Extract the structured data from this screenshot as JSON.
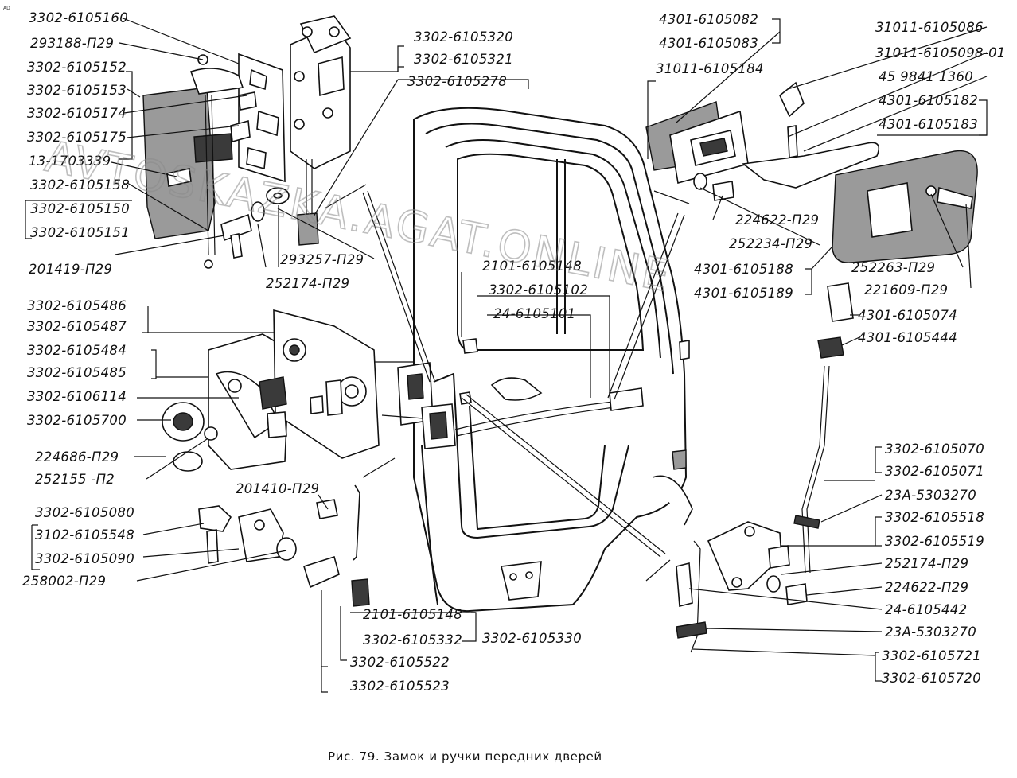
{
  "corner_mark": "AD",
  "caption": "Рис. 79. Замок и ручки передних дверей",
  "watermark": "AVTOSKAZKA.AGAT.ONLINE",
  "labels": {
    "l_3302_6105160": "3302-6105160",
    "l_293188_p29": "293188-П29",
    "l_3302_6105152": "3302-6105152",
    "l_3302_6105153": "3302-6105153",
    "l_3302_6105174": "3302-6105174",
    "l_3302_6105175": "3302-6105175",
    "l_13_1703339": "13-1703339",
    "l_3302_6105158": "3302-6105158",
    "l_3302_6105150": "3302-6105150",
    "l_3302_6105151": "3302-6105151",
    "l_201419_p29": "201419-П29",
    "l_3302_6105320": "3302-6105320",
    "l_3302_6105321": "3302-6105321",
    "l_3302_6105278": "3302-6105278",
    "l_293257_p29": "293257-П29",
    "l_252174_p29_a": "252174-П29",
    "l_3302_6105486": "3302-6105486",
    "l_3302_6105487": "3302-6105487",
    "l_3302_6105484": "3302-6105484",
    "l_3302_6105485": "3302-6105485",
    "l_3302_6106114": "3302-6106114",
    "l_3302_6105700": "3302-6105700",
    "l_224686_p29": "224686-П29",
    "l_252155_p2": "252155 -П2",
    "l_201410_p29": "201410-П29",
    "l_3302_6105080": "3302-6105080",
    "l_3102_6105548": "3102-6105548",
    "l_3302_6105090": "3302-6105090",
    "l_258002_p29": "258002-П29",
    "l_2101_6105148_a": "2101-6105148",
    "l_3302_6105102": "3302-6105102",
    "l_24_6105101": "24-6105101",
    "l_2101_6105148_b": "2101-6105148",
    "l_3302_6105332": "3302-6105332",
    "l_3302_6105330": "3302-6105330",
    "l_3302_6105522": "3302-6105522",
    "l_3302_6105523": "3302-6105523",
    "l_4301_6105082": "4301-6105082",
    "l_4301_6105083": "4301-6105083",
    "l_31011_6105184": "31011-6105184",
    "l_31011_6105086": "31011-6105086",
    "l_31011_6105098_01": "31011-6105098-01",
    "l_45_9841_1360": "45 9841 1360",
    "l_4301_6105182": "4301-6105182",
    "l_4301_6105183": "4301-6105183",
    "l_224622_p29_a": "224622-П29",
    "l_252234_p29": "252234-П29",
    "l_4301_6105188": "4301-6105188",
    "l_4301_6105189": "4301-6105189",
    "l_252263_p29": "252263-П29",
    "l_221609_p29": "221609-П29",
    "l_4301_6105074": "4301-6105074",
    "l_4301_6105444": "4301-6105444",
    "l_3302_6105070": "3302-6105070",
    "l_3302_6105071": "3302-6105071",
    "l_23a_5303270_a": "23А-5303270",
    "l_3302_6105518": "3302-6105518",
    "l_3302_6105519": "3302-6105519",
    "l_252174_p29_b": "252174-П29",
    "l_224622_p29_b": "224622-П29",
    "l_24_6105442": "24-6105442",
    "l_23a_5303270_b": "23А-5303270",
    "l_3302_6105721": "3302-6105721",
    "l_3302_6105720": "3302-6105720"
  }
}
